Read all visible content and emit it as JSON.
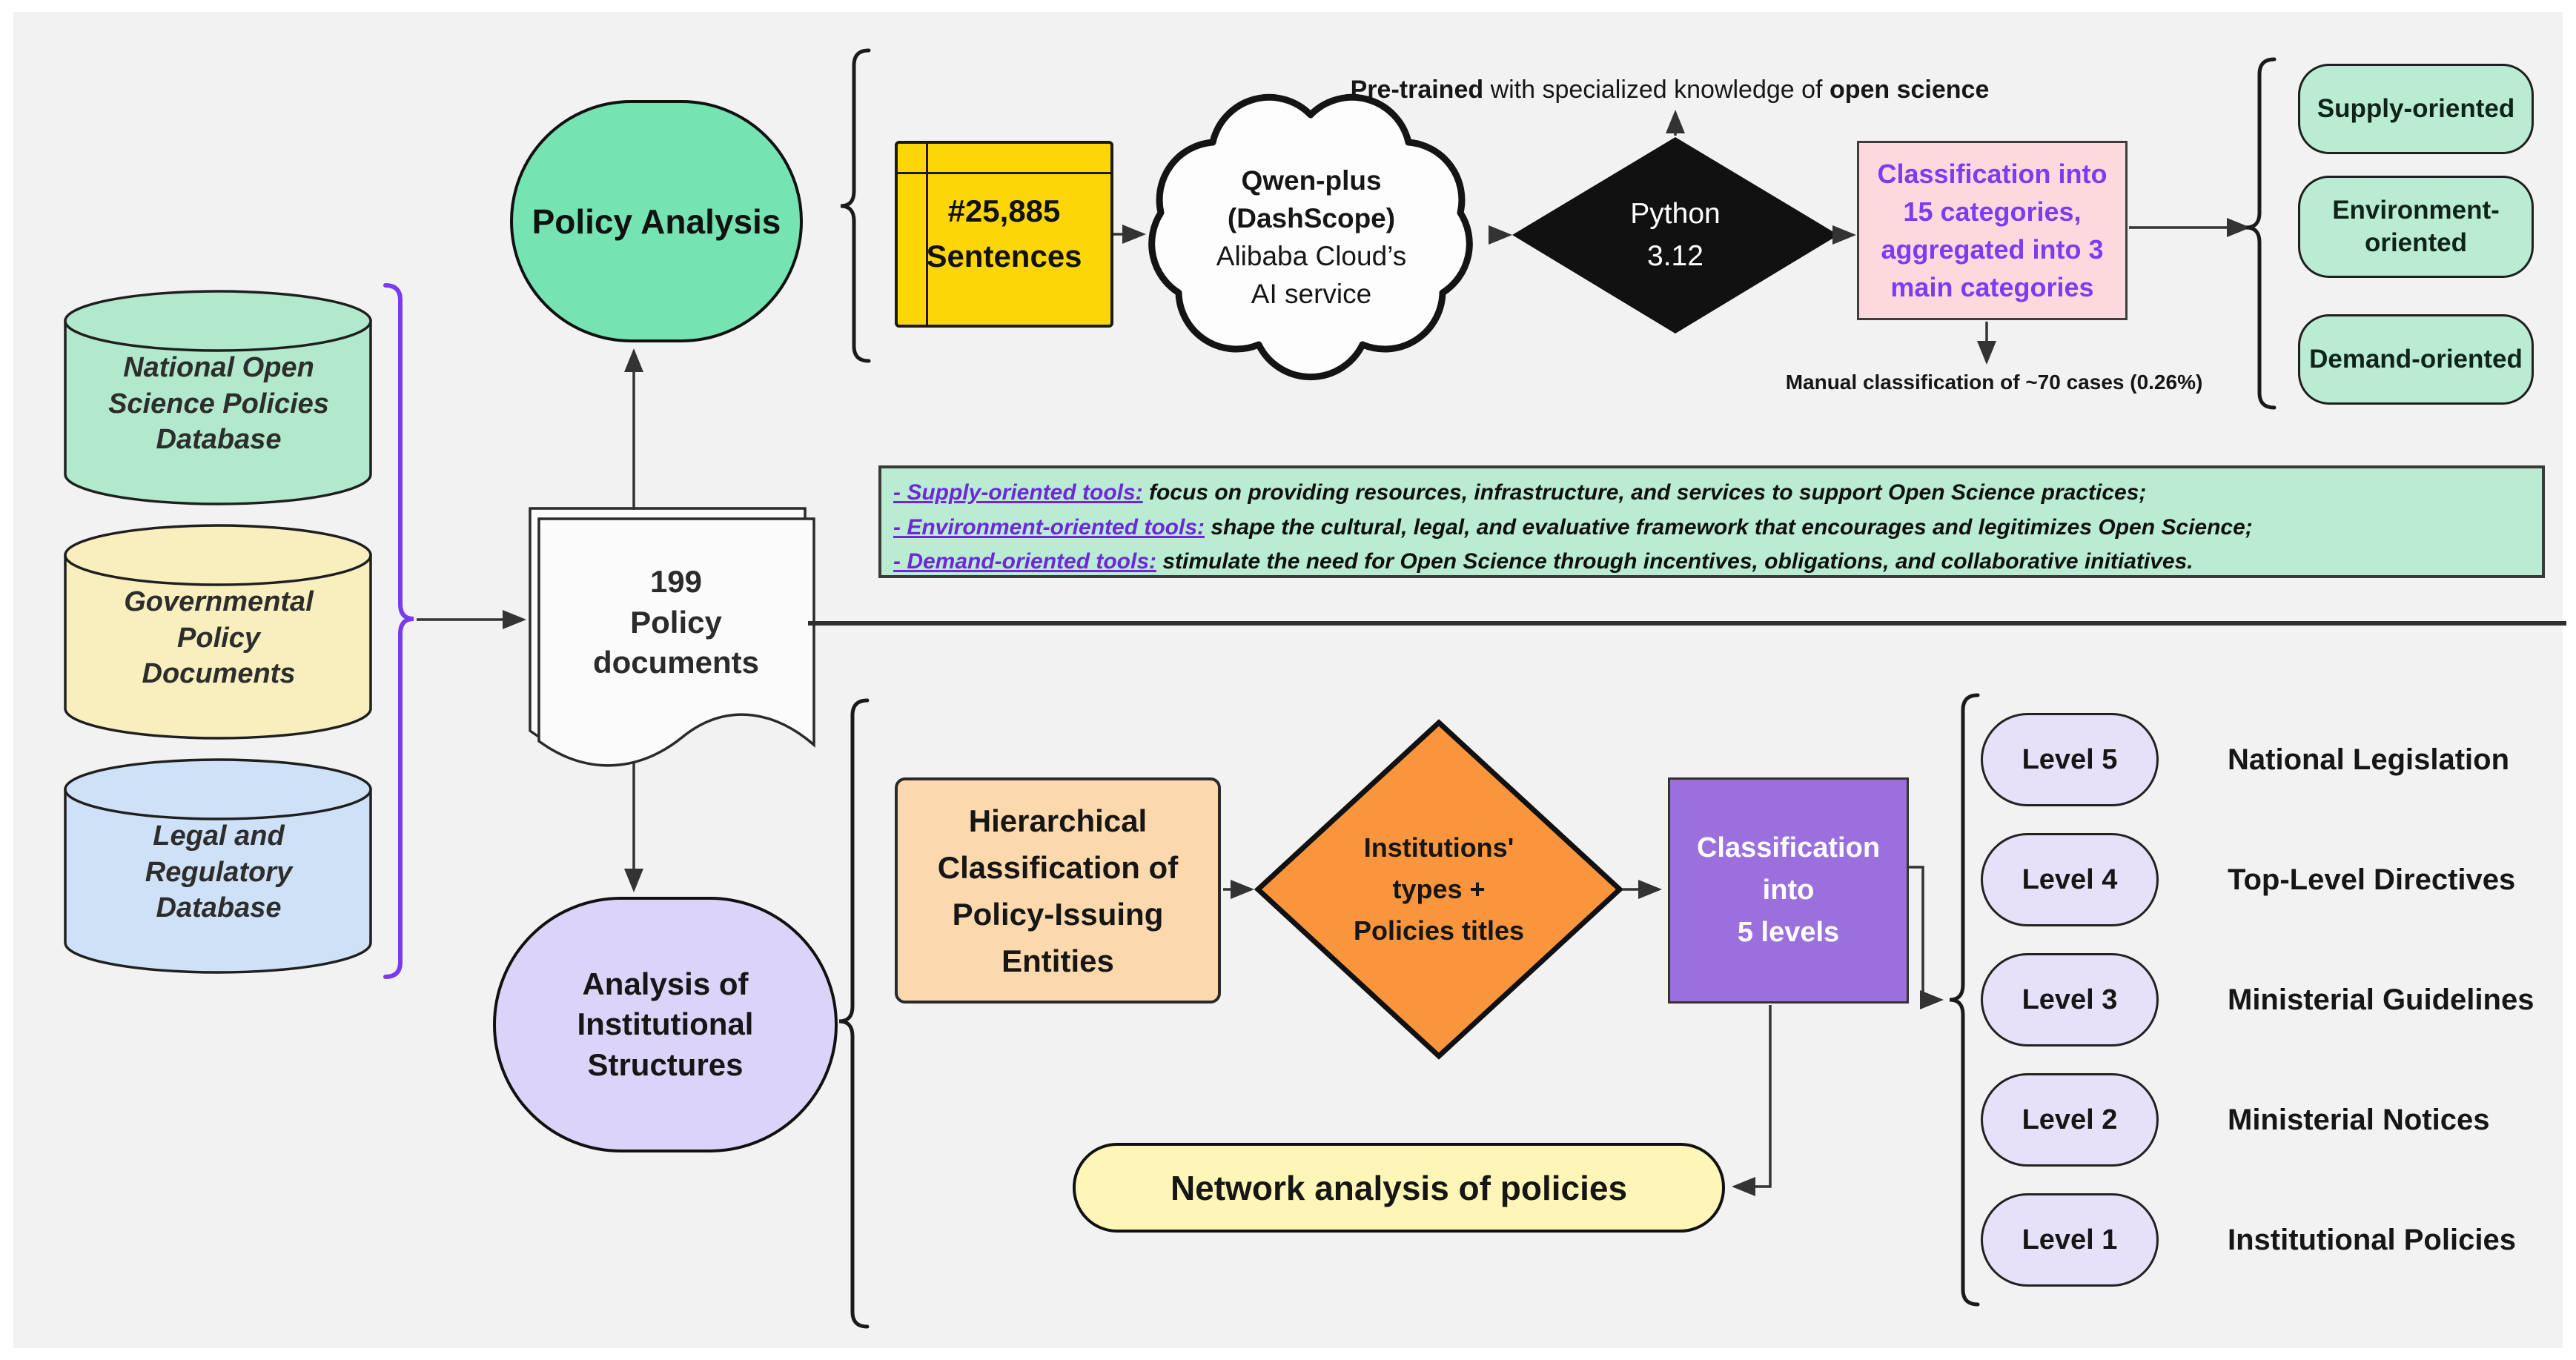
{
  "databases": {
    "items": [
      {
        "label": "National Open\nScience Policies\nDatabase",
        "color": "#b2e8cc"
      },
      {
        "label": "Governmental\nPolicy\nDocuments",
        "color": "#f9efbe"
      },
      {
        "label": "Legal and\nRegulatory\nDatabase",
        "color": "#cfe1f7"
      }
    ]
  },
  "documents": {
    "label": "199\nPolicy\ndocuments"
  },
  "policy_analysis": {
    "label": "Policy Analysis"
  },
  "sentences": {
    "label": "#25,885\nSentences"
  },
  "cloud": {
    "bold": "Qwen-plus\n(DashScope)",
    "regular": "Alibaba Cloud’s\nAI service"
  },
  "python": {
    "label": "Python\n3.12"
  },
  "pretrained": {
    "bold_lead": "Pre-trained",
    "middle": " with specialized knowledge of ",
    "bold_tail": "open science"
  },
  "pink_box": {
    "label": "Classification into\n15 categories,\naggregated into 3\nmain categories"
  },
  "manual_note": "Manual classification of ~70 cases (0.26%)",
  "categories": [
    "Supply-oriented",
    "Environment-\noriented",
    "Demand-oriented"
  ],
  "definitions": [
    {
      "lead": "- Supply-oriented tools:",
      "rest": " focus on providing resources, infrastructure, and services to support Open Science practices;"
    },
    {
      "lead": "- Environment-oriented tools:",
      "rest": " shape the cultural, legal, and evaluative framework that encourages and legitimizes Open Science;"
    },
    {
      "lead": "- Demand-oriented tools:",
      "rest": " stimulate the need for Open Science through incentives, obligations, and collaborative initiatives."
    }
  ],
  "institutional": {
    "label": "Analysis of\nInstitutional\nStructures"
  },
  "hierarchical": {
    "label": "Hierarchical\nClassification of\nPolicy-Issuing\nEntities"
  },
  "institutions_diamond": {
    "label": "Institutions'\ntypes +\nPolicies titles"
  },
  "five_levels": {
    "label": "Classification into\n5 levels"
  },
  "levels": [
    {
      "badge": "Level 5",
      "label": "National Legislation"
    },
    {
      "badge": "Level 4",
      "label": "Top-Level Directives"
    },
    {
      "badge": "Level 3",
      "label": "Ministerial Guidelines"
    },
    {
      "badge": "Level 2",
      "label": "Ministerial Notices"
    },
    {
      "badge": "Level 1",
      "label": "Institutional Policies"
    }
  ],
  "network": {
    "label": "Network analysis of policies"
  },
  "colors": {
    "canvas": "#f2f2f3",
    "mint_strong": "#75e3b2",
    "gold": "#fdd608",
    "pink": "#fcd9dc",
    "pink_text_purple": "#7d3cf2",
    "definitions_green": "#b9ecd2",
    "category_green": "#b9ecd3",
    "db_green": "#b2e8cc",
    "db_yellow": "#f9efbe",
    "db_blue": "#cfe1f7",
    "lavender": "#dcd3f8",
    "level_pill": "#e6e0f8",
    "peach": "#fcd8ad",
    "orange": "#f9953c",
    "purple_box": "#9b70dc",
    "network_yellow": "#fdf6b6",
    "brace_purple": "#7a3bec",
    "diamond_black": "#111111",
    "line": "#333333"
  }
}
